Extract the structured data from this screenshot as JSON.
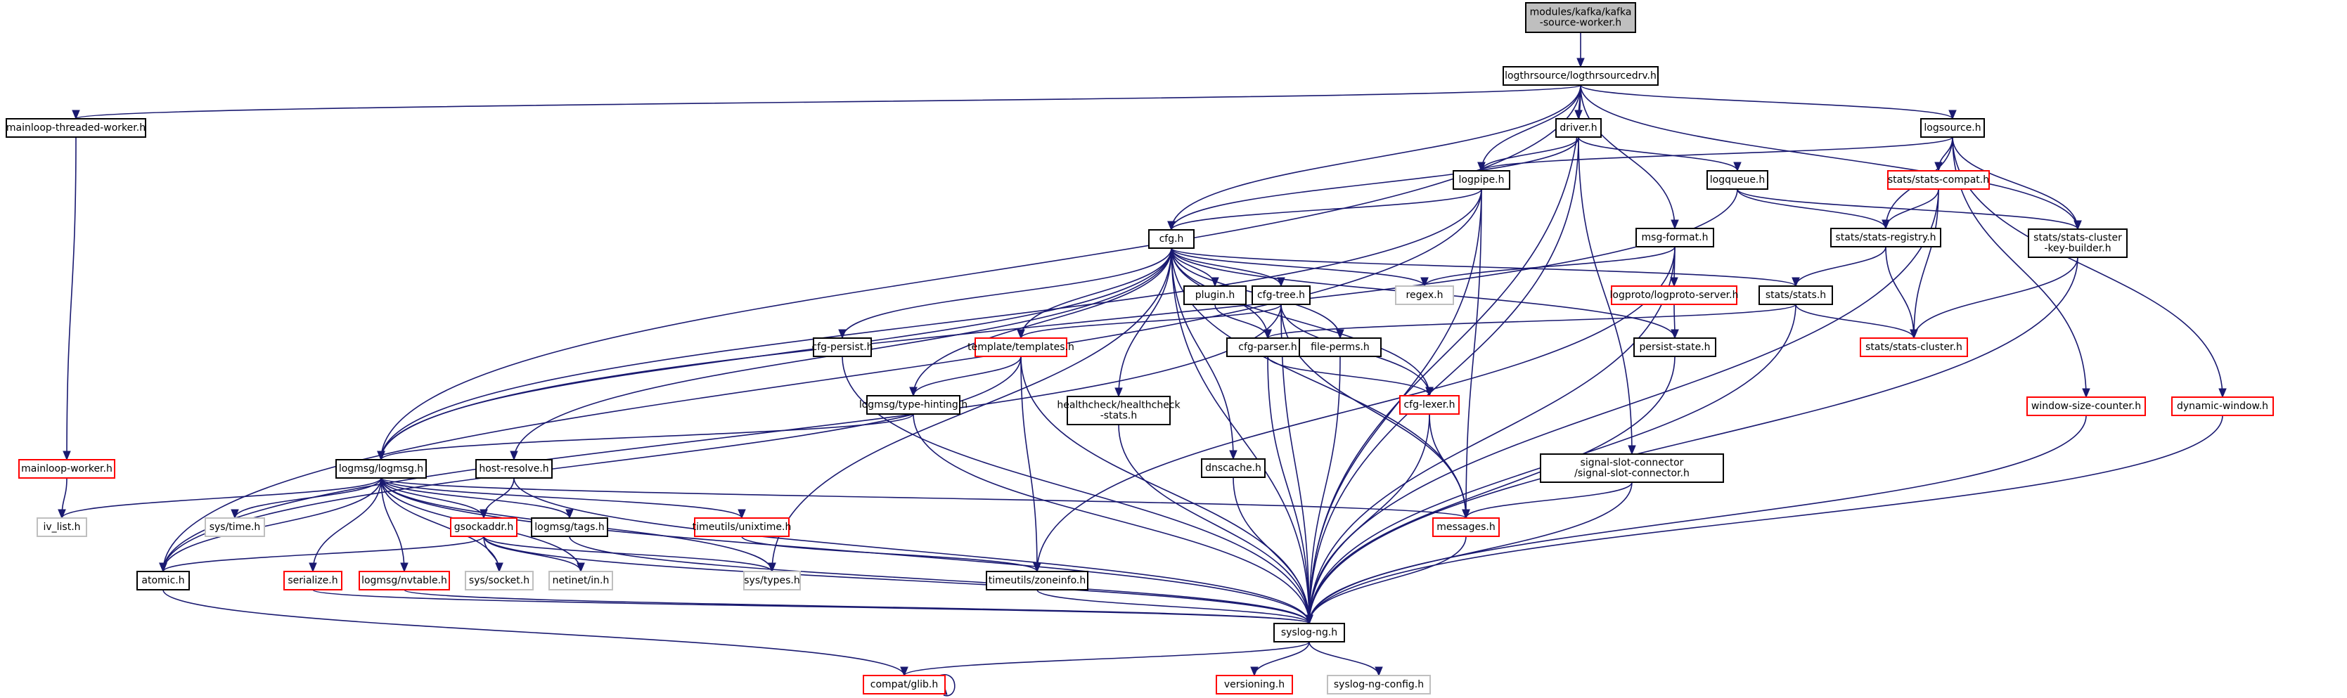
{
  "title": "modules/kafka/kafka-source-worker.h include dependency graph",
  "colors": {
    "edge": "#191970",
    "root_fill": "#bfbfbf",
    "documented_border": "#000000",
    "undocumented_border": "#ff0000",
    "external_border": "#bfbfbf"
  },
  "nodes": {
    "root": {
      "label": [
        "modules/kafka/kafka",
        "-source-worker.h"
      ],
      "kind": "root"
    },
    "logthrsourcedrv": {
      "label": [
        "logthrsource/logthrsourcedrv.h"
      ],
      "kind": "normal"
    },
    "mainloop_threaded_worker": {
      "label": [
        "mainloop-threaded-worker.h"
      ],
      "kind": "normal"
    },
    "driver": {
      "label": [
        "driver.h"
      ],
      "kind": "normal"
    },
    "logsource": {
      "label": [
        "logsource.h"
      ],
      "kind": "normal"
    },
    "logpipe": {
      "label": [
        "logpipe.h"
      ],
      "kind": "normal"
    },
    "logqueue": {
      "label": [
        "logqueue.h"
      ],
      "kind": "normal"
    },
    "stats_compat": {
      "label": [
        "stats/stats-compat.h"
      ],
      "kind": "red"
    },
    "cfg": {
      "label": [
        "cfg.h"
      ],
      "kind": "normal"
    },
    "msg_format": {
      "label": [
        "msg-format.h"
      ],
      "kind": "normal"
    },
    "stats_registry": {
      "label": [
        "stats/stats-registry.h"
      ],
      "kind": "normal"
    },
    "stats_cluster_key_builder": {
      "label": [
        "stats/stats-cluster",
        "-key-builder.h"
      ],
      "kind": "normal"
    },
    "plugin": {
      "label": [
        "plugin.h"
      ],
      "kind": "normal"
    },
    "cfg_tree": {
      "label": [
        "cfg-tree.h"
      ],
      "kind": "normal"
    },
    "regex": {
      "label": [
        "regex.h"
      ],
      "kind": "gray"
    },
    "logproto_server": {
      "label": [
        "logproto/logproto-server.h"
      ],
      "kind": "red"
    },
    "stats": {
      "label": [
        "stats/stats.h"
      ],
      "kind": "normal"
    },
    "cfg_persist": {
      "label": [
        "cfg-persist.h"
      ],
      "kind": "normal"
    },
    "templates": {
      "label": [
        "template/templates.h"
      ],
      "kind": "red"
    },
    "cfg_parser": {
      "label": [
        "cfg-parser.h"
      ],
      "kind": "normal"
    },
    "file_perms": {
      "label": [
        "file-perms.h"
      ],
      "kind": "normal"
    },
    "persist_state": {
      "label": [
        "persist-state.h"
      ],
      "kind": "normal"
    },
    "stats_cluster": {
      "label": [
        "stats/stats-cluster.h"
      ],
      "kind": "red"
    },
    "type_hinting": {
      "label": [
        "logmsg/type-hinting.h"
      ],
      "kind": "normal"
    },
    "healthcheck_stats": {
      "label": [
        "healthcheck/healthcheck",
        "-stats.h"
      ],
      "kind": "normal"
    },
    "cfg_lexer": {
      "label": [
        "cfg-lexer.h"
      ],
      "kind": "red"
    },
    "window_size_counter": {
      "label": [
        "window-size-counter.h"
      ],
      "kind": "red"
    },
    "dynamic_window": {
      "label": [
        "dynamic-window.h"
      ],
      "kind": "red"
    },
    "mainloop_worker": {
      "label": [
        "mainloop-worker.h"
      ],
      "kind": "red"
    },
    "logmsg": {
      "label": [
        "logmsg/logmsg.h"
      ],
      "kind": "normal"
    },
    "host_resolve": {
      "label": [
        "host-resolve.h"
      ],
      "kind": "normal"
    },
    "dnscache": {
      "label": [
        "dnscache.h"
      ],
      "kind": "normal"
    },
    "signal_slot_connector": {
      "label": [
        "signal-slot-connector",
        "/signal-slot-connector.h"
      ],
      "kind": "normal"
    },
    "iv_list": {
      "label": [
        "iv_list.h"
      ],
      "kind": "gray"
    },
    "sys_time": {
      "label": [
        "sys/time.h"
      ],
      "kind": "gray"
    },
    "gsockaddr": {
      "label": [
        "gsockaddr.h"
      ],
      "kind": "red"
    },
    "logmsg_tags": {
      "label": [
        "logmsg/tags.h"
      ],
      "kind": "normal"
    },
    "unixtime": {
      "label": [
        "timeutils/unixtime.h"
      ],
      "kind": "red"
    },
    "messages": {
      "label": [
        "messages.h"
      ],
      "kind": "red"
    },
    "atomic": {
      "label": [
        "atomic.h"
      ],
      "kind": "normal"
    },
    "serialize": {
      "label": [
        "serialize.h"
      ],
      "kind": "red"
    },
    "nvtable": {
      "label": [
        "logmsg/nvtable.h"
      ],
      "kind": "red"
    },
    "sys_socket": {
      "label": [
        "sys/socket.h"
      ],
      "kind": "gray"
    },
    "netinet_in": {
      "label": [
        "netinet/in.h"
      ],
      "kind": "gray"
    },
    "sys_types": {
      "label": [
        "sys/types.h"
      ],
      "kind": "gray"
    },
    "zoneinfo": {
      "label": [
        "timeutils/zoneinfo.h"
      ],
      "kind": "normal"
    },
    "syslog_ng": {
      "label": [
        "syslog-ng.h"
      ],
      "kind": "normal"
    },
    "compat_glib": {
      "label": [
        "compat/glib.h"
      ],
      "kind": "red"
    },
    "versioning": {
      "label": [
        "versioning.h"
      ],
      "kind": "red"
    },
    "syslog_ng_config": {
      "label": [
        "syslog-ng-config.h"
      ],
      "kind": "gray"
    }
  },
  "edges": [
    [
      "root",
      "logthrsourcedrv"
    ],
    [
      "logthrsourcedrv",
      "mainloop_threaded_worker"
    ],
    [
      "logthrsourcedrv",
      "logmsg"
    ],
    [
      "logthrsourcedrv",
      "driver"
    ],
    [
      "logthrsourcedrv",
      "logsource"
    ],
    [
      "logthrsourcedrv",
      "logpipe"
    ],
    [
      "logthrsourcedrv",
      "cfg"
    ],
    [
      "logthrsourcedrv",
      "msg_format"
    ],
    [
      "logthrsourcedrv",
      "stats_cluster_key_builder"
    ],
    [
      "logthrsourcedrv",
      "syslog_ng"
    ],
    [
      "mainloop_threaded_worker",
      "mainloop_worker"
    ],
    [
      "mainloop_worker",
      "iv_list"
    ],
    [
      "driver",
      "logpipe"
    ],
    [
      "driver",
      "cfg"
    ],
    [
      "driver",
      "logqueue"
    ],
    [
      "driver",
      "signal_slot_connector"
    ],
    [
      "driver",
      "syslog_ng"
    ],
    [
      "logsource",
      "logpipe"
    ],
    [
      "logsource",
      "stats_compat"
    ],
    [
      "logsource",
      "stats_registry"
    ],
    [
      "logsource",
      "stats_cluster_key_builder"
    ],
    [
      "logsource",
      "window_size_counter"
    ],
    [
      "logsource",
      "dynamic_window"
    ],
    [
      "logpipe",
      "cfg"
    ],
    [
      "logpipe",
      "logmsg"
    ],
    [
      "logpipe",
      "atomic"
    ],
    [
      "logpipe",
      "messages"
    ],
    [
      "logpipe",
      "syslog_ng"
    ],
    [
      "logqueue",
      "logmsg"
    ],
    [
      "logqueue",
      "stats_registry"
    ],
    [
      "logqueue",
      "stats_cluster_key_builder"
    ],
    [
      "stats_compat",
      "stats_registry"
    ],
    [
      "stats_compat",
      "stats_cluster"
    ],
    [
      "stats_compat",
      "syslog_ng"
    ],
    [
      "cfg",
      "plugin"
    ],
    [
      "cfg",
      "cfg_tree"
    ],
    [
      "cfg",
      "regex"
    ],
    [
      "cfg",
      "stats"
    ],
    [
      "cfg",
      "cfg_persist"
    ],
    [
      "cfg",
      "templates"
    ],
    [
      "cfg",
      "cfg_parser"
    ],
    [
      "cfg",
      "file_perms"
    ],
    [
      "cfg",
      "persist_state"
    ],
    [
      "cfg",
      "type_hinting"
    ],
    [
      "cfg",
      "healthcheck_stats"
    ],
    [
      "cfg",
      "cfg_lexer"
    ],
    [
      "cfg",
      "logmsg"
    ],
    [
      "cfg",
      "host_resolve"
    ],
    [
      "cfg",
      "dnscache"
    ],
    [
      "cfg",
      "messages"
    ],
    [
      "cfg",
      "sys_types"
    ],
    [
      "cfg",
      "syslog_ng"
    ],
    [
      "msg_format",
      "regex"
    ],
    [
      "msg_format",
      "logproto_server"
    ],
    [
      "msg_format",
      "zoneinfo"
    ],
    [
      "msg_format",
      "syslog_ng"
    ],
    [
      "stats_registry",
      "stats"
    ],
    [
      "stats_registry",
      "stats_cluster"
    ],
    [
      "stats_cluster_key_builder",
      "stats_cluster"
    ],
    [
      "stats_cluster_key_builder",
      "syslog_ng"
    ],
    [
      "plugin",
      "cfg_parser"
    ],
    [
      "cfg_tree",
      "templates"
    ],
    [
      "cfg_tree",
      "atomic"
    ],
    [
      "cfg_tree",
      "cfg_lexer"
    ],
    [
      "cfg_tree",
      "messages"
    ],
    [
      "cfg_tree",
      "syslog_ng"
    ],
    [
      "logproto_server",
      "persist_state"
    ],
    [
      "stats",
      "cfg_parser"
    ],
    [
      "stats",
      "stats_cluster"
    ],
    [
      "stats",
      "syslog_ng"
    ],
    [
      "cfg_persist",
      "syslog_ng"
    ],
    [
      "templates",
      "type_hinting"
    ],
    [
      "templates",
      "atomic"
    ],
    [
      "templates",
      "zoneinfo"
    ],
    [
      "templates",
      "syslog_ng"
    ],
    [
      "cfg_parser",
      "cfg_lexer"
    ],
    [
      "cfg_parser",
      "syslog_ng"
    ],
    [
      "file_perms",
      "syslog_ng"
    ],
    [
      "persist_state",
      "syslog_ng"
    ],
    [
      "type_hinting",
      "logmsg"
    ],
    [
      "type_hinting",
      "syslog_ng"
    ],
    [
      "healthcheck_stats",
      "syslog_ng"
    ],
    [
      "cfg_lexer",
      "messages"
    ],
    [
      "cfg_lexer",
      "syslog_ng"
    ],
    [
      "window_size_counter",
      "syslog_ng"
    ],
    [
      "dynamic_window",
      "syslog_ng"
    ],
    [
      "logmsg",
      "iv_list"
    ],
    [
      "logmsg",
      "sys_time"
    ],
    [
      "logmsg",
      "gsockaddr"
    ],
    [
      "logmsg",
      "logmsg_tags"
    ],
    [
      "logmsg",
      "unixtime"
    ],
    [
      "logmsg",
      "messages"
    ],
    [
      "logmsg",
      "atomic"
    ],
    [
      "logmsg",
      "serialize"
    ],
    [
      "logmsg",
      "nvtable"
    ],
    [
      "logmsg",
      "sys_socket"
    ],
    [
      "logmsg",
      "netinet_in"
    ],
    [
      "logmsg",
      "sys_types"
    ],
    [
      "logmsg",
      "syslog_ng"
    ],
    [
      "host_resolve",
      "gsockaddr"
    ],
    [
      "host_resolve",
      "syslog_ng"
    ],
    [
      "dnscache",
      "syslog_ng"
    ],
    [
      "signal_slot_connector",
      "messages"
    ],
    [
      "signal_slot_connector",
      "syslog_ng"
    ],
    [
      "gsockaddr",
      "atomic"
    ],
    [
      "gsockaddr",
      "sys_socket"
    ],
    [
      "gsockaddr",
      "netinet_in"
    ],
    [
      "gsockaddr",
      "sys_types"
    ],
    [
      "gsockaddr",
      "syslog_ng"
    ],
    [
      "logmsg_tags",
      "syslog_ng"
    ],
    [
      "unixtime",
      "zoneinfo"
    ],
    [
      "messages",
      "syslog_ng"
    ],
    [
      "atomic",
      "compat_glib"
    ],
    [
      "serialize",
      "syslog_ng"
    ],
    [
      "nvtable",
      "syslog_ng"
    ],
    [
      "zoneinfo",
      "syslog_ng"
    ],
    [
      "syslog_ng",
      "compat_glib"
    ],
    [
      "syslog_ng",
      "versioning"
    ],
    [
      "syslog_ng",
      "syslog_ng_config"
    ],
    [
      "compat_glib",
      "compat_glib"
    ]
  ]
}
